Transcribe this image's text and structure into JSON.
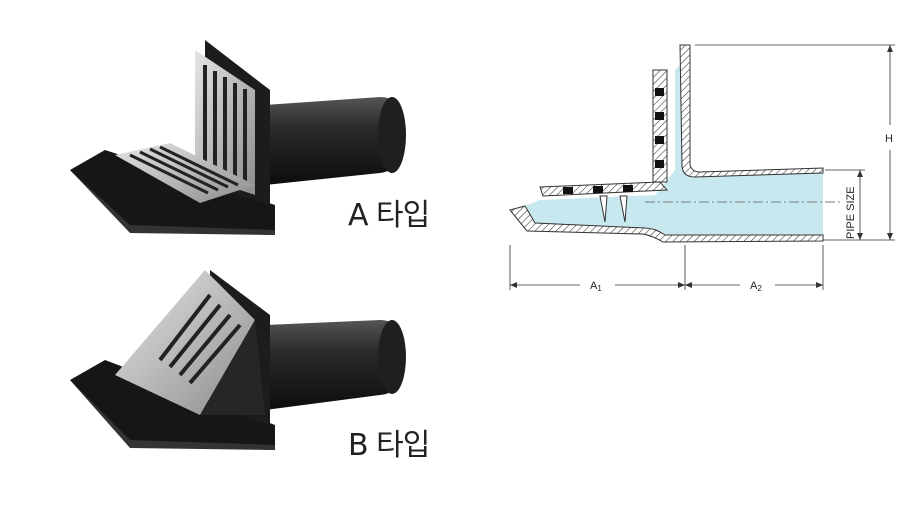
{
  "products": [
    {
      "label": "A 타입"
    },
    {
      "label": "B 타입"
    }
  ],
  "diagram": {
    "dim_a1": "A",
    "dim_a1_sub": "1",
    "dim_a2": "A",
    "dim_a2_sub": "2",
    "dim_h": "H",
    "pipe_size": "PIPE SIZE"
  },
  "colors": {
    "section_fill": "#c8e8f0",
    "outline": "#333333",
    "drain_body": "#1a1a1a",
    "grate": "#bdbdbd"
  }
}
